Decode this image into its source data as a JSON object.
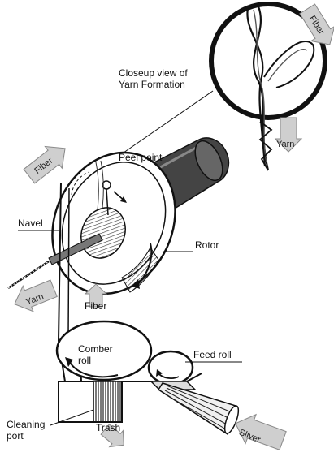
{
  "labels": {
    "closeup_line1": "Closeup view of",
    "closeup_line2": "Yarn Formation",
    "peel_point": "Peel point",
    "navel": "Navel",
    "rotor": "Rotor",
    "fiber_mid": "Fiber",
    "comber_line1": "Comber",
    "comber_line2": "roll",
    "feed_roll": "Feed roll",
    "cleaning_line1": "Cleaning",
    "cleaning_line2": "port",
    "trash": "Trash"
  },
  "arrows": {
    "fiber_top_right": "Fiber",
    "yarn_closeup": "Yarn",
    "fiber_left": "Fiber",
    "yarn_left": "Yarn",
    "sliver": "Sliver"
  },
  "colors": {
    "line": "#111111",
    "arrow_fill": "#cfcfcf",
    "shadow": "#555555"
  }
}
